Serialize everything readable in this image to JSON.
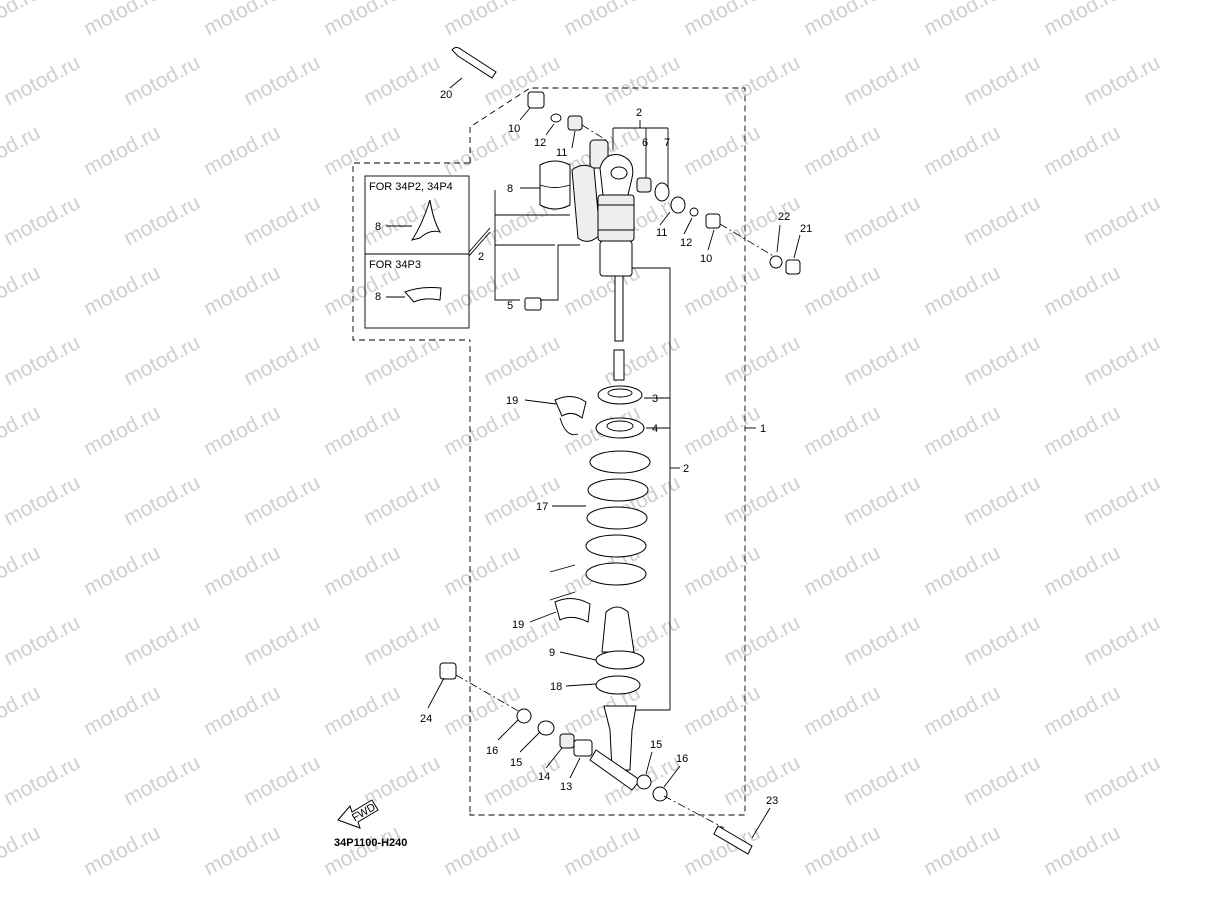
{
  "watermark": "motod.ru",
  "diagram_code": "34P1100-H240",
  "fwd_label": "FWD",
  "inset_box": {
    "title_a": "FOR 34P2, 34P4",
    "title_b": "FOR 34P3"
  },
  "labels": {
    "l1": "1",
    "l2a": "2",
    "l2b": "2",
    "l2c": "2",
    "l3": "3",
    "l4": "4",
    "l5": "5",
    "l6": "6",
    "l7": "7",
    "l8a": "8",
    "l8b": "8",
    "l8c": "8",
    "l9": "9",
    "l10a": "10",
    "l10b": "10",
    "l11a": "11",
    "l11b": "11",
    "l12a": "12",
    "l12b": "12",
    "l13": "13",
    "l14": "14",
    "l15a": "15",
    "l15b": "15",
    "l16a": "16",
    "l16b": "16",
    "l17": "17",
    "l18": "18",
    "l19a": "19",
    "l19b": "19",
    "l20": "20",
    "l21": "21",
    "l22": "22",
    "l23": "23",
    "l24": "24"
  }
}
